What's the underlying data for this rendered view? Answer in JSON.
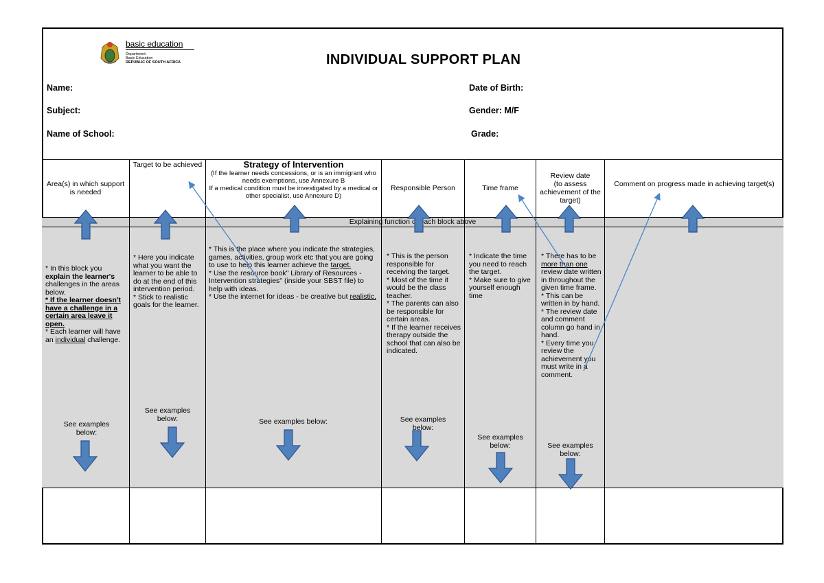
{
  "logo": {
    "main": "basic education",
    "line1": "Department:",
    "line2": "Basic Education",
    "line3": "REPUBLIC OF SOUTH AFRICA"
  },
  "title": "INDIVIDUAL SUPPORT PLAN",
  "fields": {
    "name": "Name:",
    "subject": "Subject:",
    "school": "Name of School:",
    "dob": "Date of Birth:",
    "gender": "Gender:  M/F",
    "grade": "Grade:"
  },
  "columns": {
    "area": "Area(s) in which support is needed",
    "target": "Target to be achieved",
    "strategy_title": "Strategy of Intervention",
    "strategy_sub1": "(If the learner needs concessions, or is an immigrant who needs exemptions, use Annexure B",
    "strategy_sub2": "If a medical condition must be investigated by a medical or other specialist, use Annexure D)",
    "person": "Responsible Person",
    "timeframe": "Time frame",
    "review_title": "Review date",
    "review_sub": "(to assess achievement of the target)",
    "comment": "Comment on progress made in achieving target(s)"
  },
  "band": "Explaining function of each block above",
  "cells": {
    "area": {
      "p1a": "* In this block you ",
      "p1b": "explain the learner's",
      "p1c": " challenges in the areas below.",
      "p2": "* If the learner doesn't have a challenge in a certain area leave it open.",
      "p3a": "* Each learner will have an ",
      "p3b": "individual",
      "p3c": " challenge."
    },
    "target": "* Here you indicate what you want the learner to be able to do at the end of this intervention period.\n* Stick to realistic goals for the learner.",
    "strategy": {
      "p1a": "* This is the place where you indicate the strategies, games, activities, group work etc that you are going to use to help this learner achieve the ",
      "p1b": "target.",
      "p2": "* Use the resource book\" Library of Resources - Intervention strategies\" (inside your SBST file) to help with ideas.",
      "p3a": "* Use the internet for ideas - be creative but ",
      "p3b": "realistic."
    },
    "person": "* This is the person responsible for receiving the target.\n* Most of the time it would be the class teacher.\n* The parents can also be responsible for certain areas.\n* If the learner receives therapy outside the school that can also be indicated.",
    "timeframe": "* Indicate the time you need to reach the target.\n* Make sure to give yourself enough time",
    "review": {
      "p1a": "* There has to be ",
      "p1b": "more than one",
      "p1c": " review date written in throughout the given time frame.",
      "p2": "* This can be written in by hand.\n* The review date and comment column go hand in hand.\n* Every time you review the achievement you must write in a comment."
    }
  },
  "see_examples": {
    "area": "See examples below:",
    "target": "See examples below:",
    "strategy": "See examples below:",
    "person": "See examples below:",
    "timeframe": "See examples below:",
    "review": "See examples below:"
  },
  "colors": {
    "arrow_fill": "#4f81bd",
    "arrow_stroke": "#2f528f",
    "line": "#4a86c8",
    "band": "#d2d2d2",
    "body": "#d9d9d9"
  }
}
